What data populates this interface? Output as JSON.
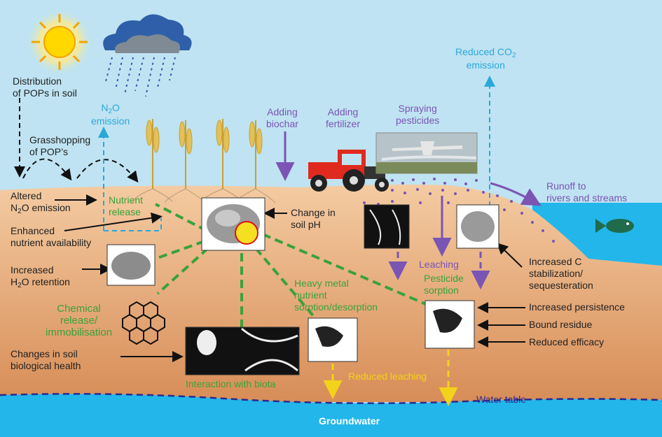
{
  "labels": {
    "distribution_pops": [
      "Distribution",
      "of POPs in soil"
    ],
    "grasshopping": [
      "Grasshopping",
      "of POP’s"
    ],
    "n2o_emission": {
      "pre": "N",
      "sub": "2",
      "post": "O",
      "line2": "emission"
    },
    "altered_n2o": {
      "line1": "Altered",
      "pre": "N",
      "sub": "2",
      "post": "O emission"
    },
    "nutrient_release": [
      "Nutrient",
      "release"
    ],
    "enhanced_nutrient": [
      "Enhanced",
      "nutrient availability"
    ],
    "increased_h2o": {
      "line1": "Increased",
      "pre": "H",
      "sub": "2",
      "post": "O retention"
    },
    "chemical_release": [
      "Chemical",
      "release/",
      "immobilisation"
    ],
    "changes_biological": [
      "Changes in soil",
      "biological health"
    ],
    "interaction_biota": "Interaction with biota",
    "change_ph": [
      "Change in",
      "soil pH"
    ],
    "heavy_metal": [
      "Heavy metal",
      "nutrient",
      "sorption/desorption"
    ],
    "reduced_leaching": "Reduced leaching",
    "adding_biochar": [
      "Adding",
      "biochar"
    ],
    "adding_fertilizer": [
      "Adding",
      "fertilizer"
    ],
    "spraying_pesticides": [
      "Spraying",
      "pesticides"
    ],
    "reduced_co2": {
      "pre": "Reduced CO",
      "sub": "2",
      "line2": "emission"
    },
    "runoff": [
      "Runoff to",
      "rivers and streams"
    ],
    "leaching": "Leaching",
    "pesticide_sorption": [
      "Pesticide",
      "sorption"
    ],
    "increased_c": [
      "Increased C",
      "stabilization/",
      "sequesteration"
    ],
    "increased_persistence": "Increased persistence",
    "bound_residue": "Bound residue",
    "reduced_efficacy": "Reduced efficacy",
    "water_table": "Water table",
    "groundwater": "Groundwater"
  },
  "colors": {
    "sky": "#bfe3f2",
    "soil_top": "#f3c69c",
    "soil_bottom": "#d88e58",
    "water": "#22b6ea",
    "green_dash": "#3aa23a",
    "purple": "#7a55b3",
    "cyan": "#2aa8d8",
    "yellow": "#f3d21b",
    "navy": "#2b2a8f"
  },
  "icons": [
    "sun-icon",
    "rain-cloud-icon",
    "wheat-icon",
    "tractor-icon",
    "airplane-icon",
    "fish-icon",
    "biochar-particle-icon",
    "hexagon-molecule-icon"
  ]
}
